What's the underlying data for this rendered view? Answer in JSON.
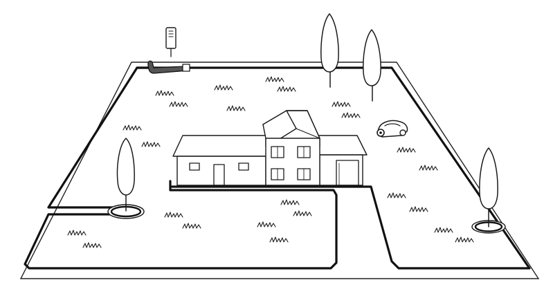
{
  "diagram": {
    "subject": "robotic-lawn-mower-installation",
    "colors": {
      "ink": "#1a1a1a",
      "wire": "#111111",
      "background": "#ffffff",
      "station": "#555555"
    },
    "elements": {
      "lawn": "lawn-area",
      "boundary_wire": "boundary-wire-loop",
      "house": "house",
      "charging_station": "charging-station",
      "power_supply": "power-supply-icon",
      "mower": "robotic-mower-icon",
      "trees": [
        "tree-left",
        "tree-back-1",
        "tree-back-2",
        "tree-right"
      ],
      "tree_islands": [
        "tree-island-left",
        "tree-island-right"
      ]
    }
  }
}
